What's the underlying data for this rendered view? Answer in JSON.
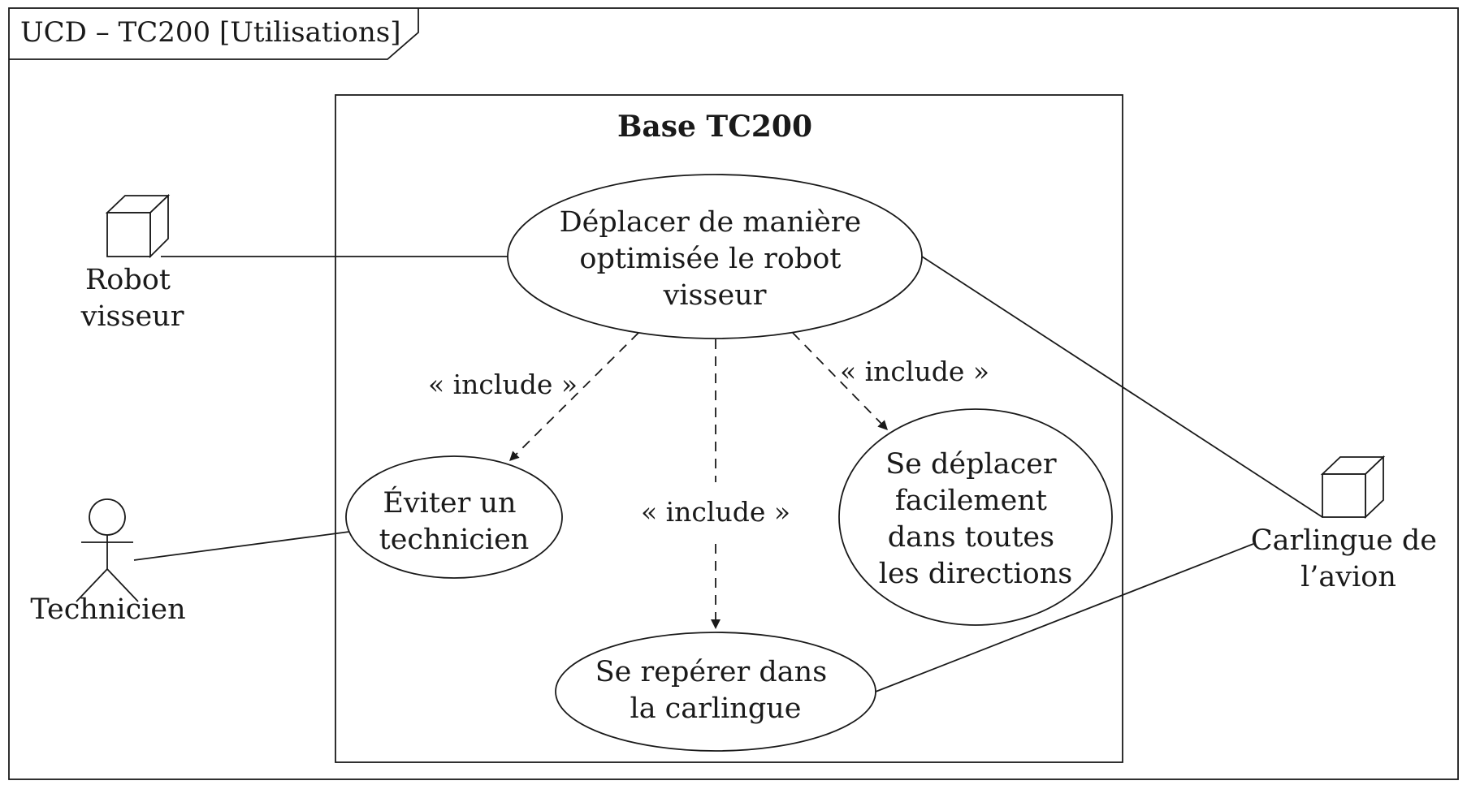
{
  "frame": {
    "title": "UCD – TC200 [Utilisations]"
  },
  "system": {
    "title": "Base TC200"
  },
  "actors": {
    "robot": {
      "lines": [
        "Robot",
        "visseur"
      ]
    },
    "technicien": {
      "lines": [
        "Technicien"
      ]
    },
    "carlingue": {
      "lines": [
        "Carlingue de",
        "l’avion"
      ]
    }
  },
  "use_cases": {
    "deplacer": {
      "lines": [
        "Déplacer de manière",
        "optimisée le robot",
        "visseur"
      ]
    },
    "eviter": {
      "lines": [
        "Éviter un",
        "technicien"
      ]
    },
    "facilement": {
      "lines": [
        "Se déplacer",
        "facilement",
        "dans toutes",
        "les directions"
      ]
    },
    "reperer": {
      "lines": [
        "Se repérer dans",
        "la carlingue"
      ]
    }
  },
  "relations": {
    "include_left": "« include »",
    "include_middle": "« include »",
    "include_right": "« include »"
  }
}
